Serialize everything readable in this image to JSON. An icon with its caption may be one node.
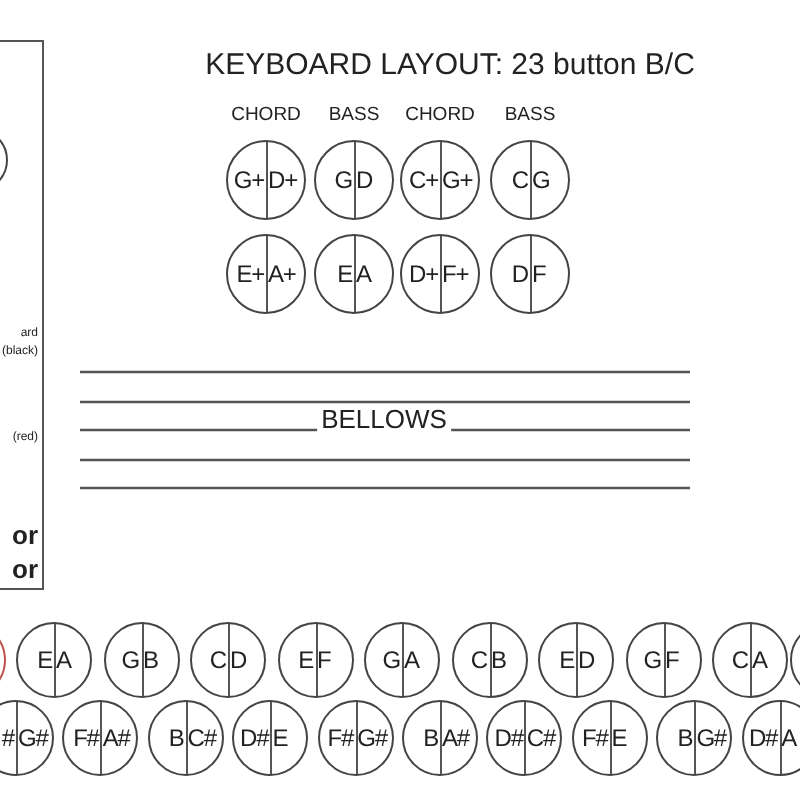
{
  "diagram": {
    "title": "KEYBOARD LAYOUT: 23 button B/C",
    "nodes": [
      {
        "text": [
          "ard",
          "(black)",
          "(red)",
          "or",
          "or"
        ]
      },
      {
        "text": [],
        "shape": "circle"
      },
      {
        "text": [
          "G+",
          "D+"
        ]
      },
      {
        "text": [
          "G",
          "D"
        ]
      },
      {
        "text": [
          "C+",
          "G+"
        ]
      },
      {
        "text": [
          "C",
          "G"
        ]
      },
      {
        "text": [
          "E+",
          "A+"
        ]
      },
      {
        "text": [
          "E",
          "A"
        ]
      },
      {
        "text": [
          "D+",
          "F+"
        ]
      },
      {
        "text": [
          "D",
          "F"
        ]
      },
      {
        "text": [],
        "shape": "circle"
      },
      {
        "text": [
          "E",
          "A"
        ]
      },
      {
        "text": [
          "G",
          "B"
        ]
      },
      {
        "text": [
          "C",
          "D"
        ]
      },
      {
        "text": [
          "E",
          "F"
        ]
      },
      {
        "text": [
          "G",
          "A"
        ]
      },
      {
        "text": [
          "C",
          "B"
        ]
      },
      {
        "text": [
          "E",
          "D"
        ]
      },
      {
        "text": [
          "G",
          "F"
        ]
      },
      {
        "text": [
          "C",
          "A"
        ]
      },
      {
        "text": [],
        "shape": "circle"
      },
      {
        "text": [
          "#",
          "G#"
        ]
      },
      {
        "text": [
          "F#",
          "A#"
        ]
      },
      {
        "text": [
          "B",
          "C#"
        ]
      },
      {
        "text": [
          "D#",
          "E"
        ]
      },
      {
        "text": [
          "F#",
          "G#"
        ]
      },
      {
        "text": [
          "B",
          "A#"
        ]
      },
      {
        "text": [
          "D#",
          "C#"
        ]
      },
      {
        "text": [
          "F#",
          "E"
        ]
      },
      {
        "text": [
          "B",
          "G#"
        ]
      },
      {
        "text": [
          "D#",
          "A"
        ]
      }
    ],
    "labels": [
      "CHORD",
      "BASS",
      "CHORD",
      "BASS",
      "BELLOWS"
    ]
  }
}
